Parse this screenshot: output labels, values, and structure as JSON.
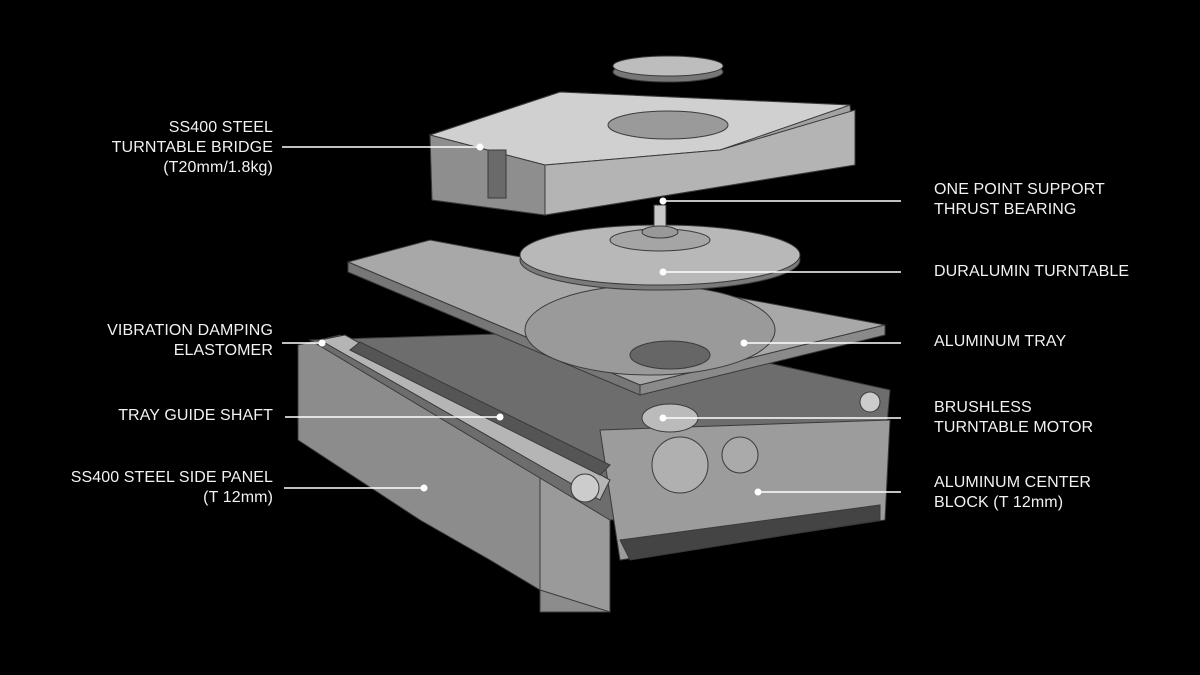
{
  "labels_left": [
    {
      "lines": [
        "SS400 STEEL",
        "TURNTABLE BRIDGE",
        "(T20mm/1.8kg)"
      ]
    },
    {
      "lines": [
        "VIBRATION DAMPING",
        "ELASTOMER"
      ]
    },
    {
      "lines": [
        "TRAY GUIDE SHAFT"
      ]
    },
    {
      "lines": [
        "SS400 STEEL SIDE PANEL",
        "(T 12mm)"
      ]
    }
  ],
  "labels_right": [
    {
      "lines": [
        "ONE POINT SUPPORT",
        "THRUST BEARING"
      ]
    },
    {
      "lines": [
        "DURALUMIN TURNTABLE"
      ]
    },
    {
      "lines": [
        "ALUMINUM TRAY"
      ]
    },
    {
      "lines": [
        "BRUSHLESS",
        "TURNTABLE MOTOR"
      ]
    },
    {
      "lines": [
        "ALUMINUM CENTER",
        "BLOCK (T 12mm)"
      ]
    }
  ],
  "colors": {
    "background": "#000000",
    "label": "#f2f2f2",
    "part_light": "#c8c8c8",
    "part_mid": "#8f8f8f",
    "part_dark": "#5a5a5a"
  }
}
